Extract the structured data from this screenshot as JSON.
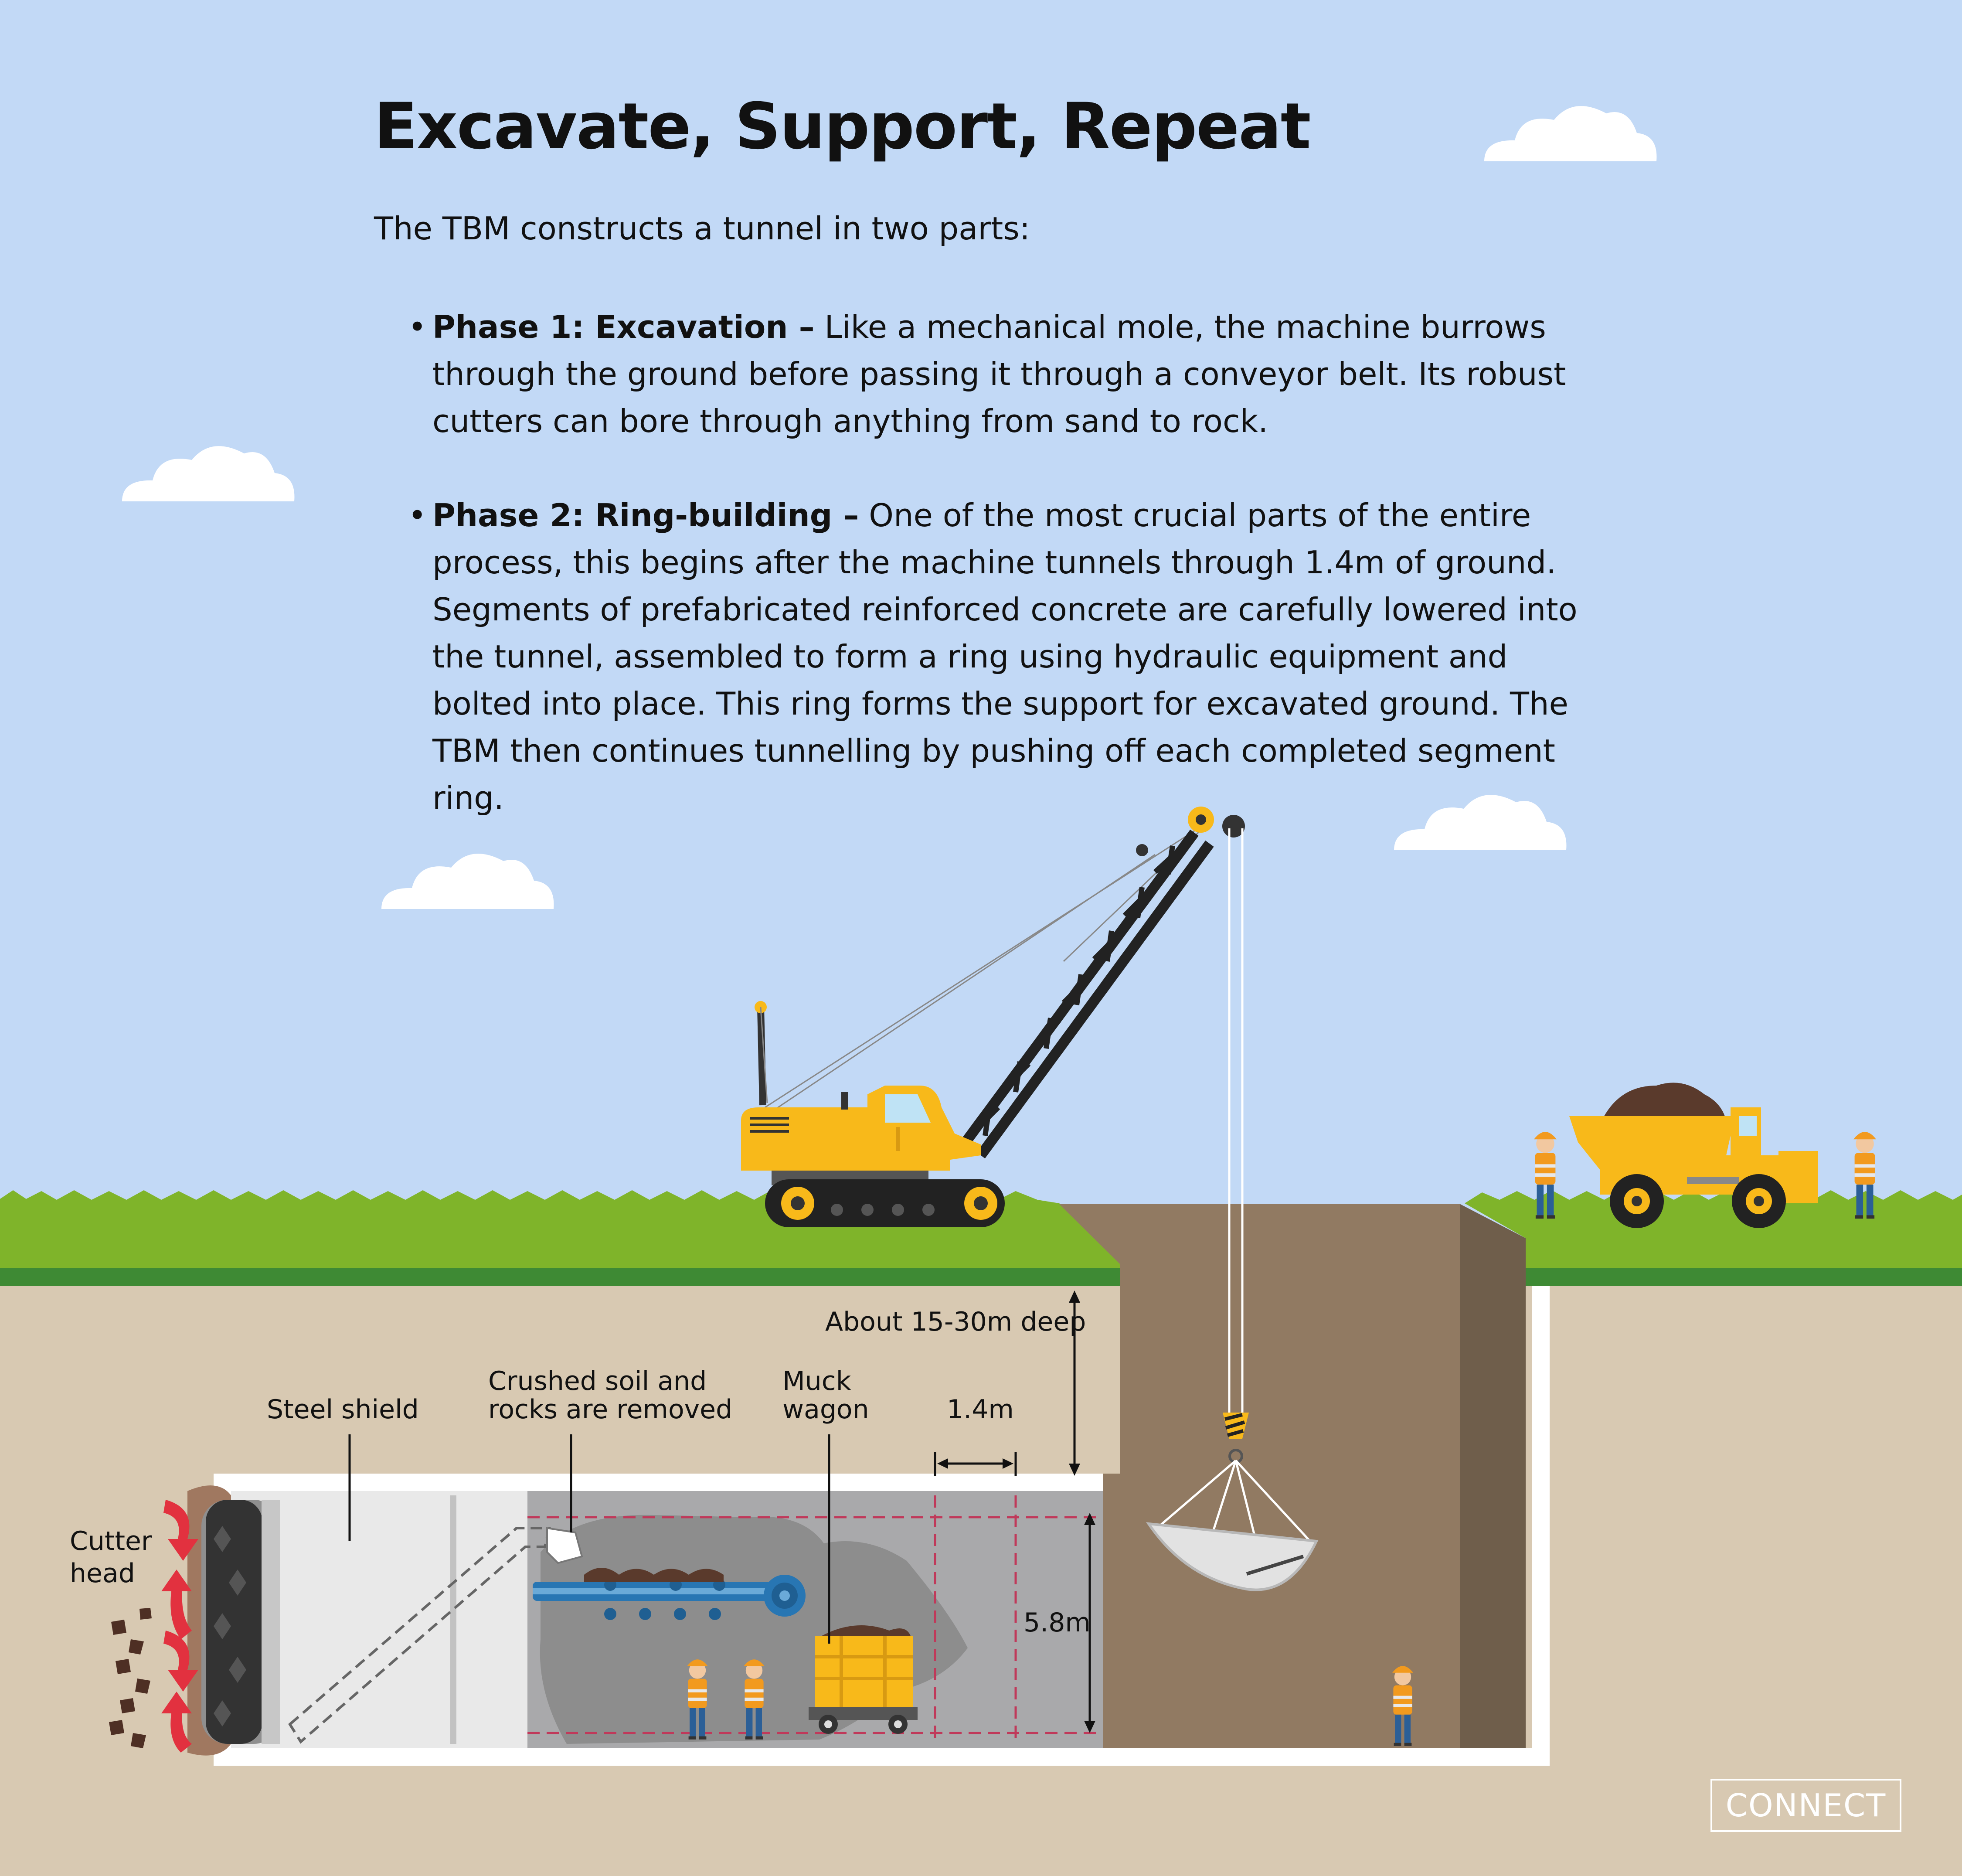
{
  "title": "Excavate, Support, Repeat",
  "intro": "The TBM constructs a tunnel in two parts:",
  "phases": [
    {
      "heading": "Phase 1: Excavation –",
      "text": "Like a mechanical mole, the machine burrows through the ground before passing it through a conveyor belt. Its robust cutters can bore through anything from sand to rock."
    },
    {
      "heading": "Phase 2: Ring-building –",
      "text": "One of the most crucial parts of the entire process, this begins after the machine tunnels through 1.4m of ground. Segments of prefabricated reinforced concrete are carefully lowered into the tunnel, assembled to form a ring using hydraulic equipment and bolted into place. This ring forms the support for excavated ground. The TBM then continues tunnelling by pushing off each completed segment ring."
    }
  ],
  "labels": {
    "cutter_head_1": "Cutter",
    "cutter_head_2": "head",
    "steel_shield": "Steel shield",
    "crushed_1": "Crushed soil and",
    "crushed_2": "rocks are removed",
    "muck_1": "Muck",
    "muck_2": "wagon",
    "segment_length": "1.4m",
    "depth": "About 15-30m deep",
    "diameter": "5.8m"
  },
  "logo": "CONNECT",
  "colors": {
    "sky": "#c2d9f6",
    "grass": "#7fb42a",
    "grass_dark": "#3e8a34",
    "soil": "#d8c9b2",
    "shaft": "#917a62",
    "shaft_wall": "#6f5e4b",
    "tunnel_rock": "#8d8d8d",
    "machine_yellow": "#f8b91a",
    "arrow_red": "#e2313f",
    "conveyor_blue": "#2876b3"
  }
}
